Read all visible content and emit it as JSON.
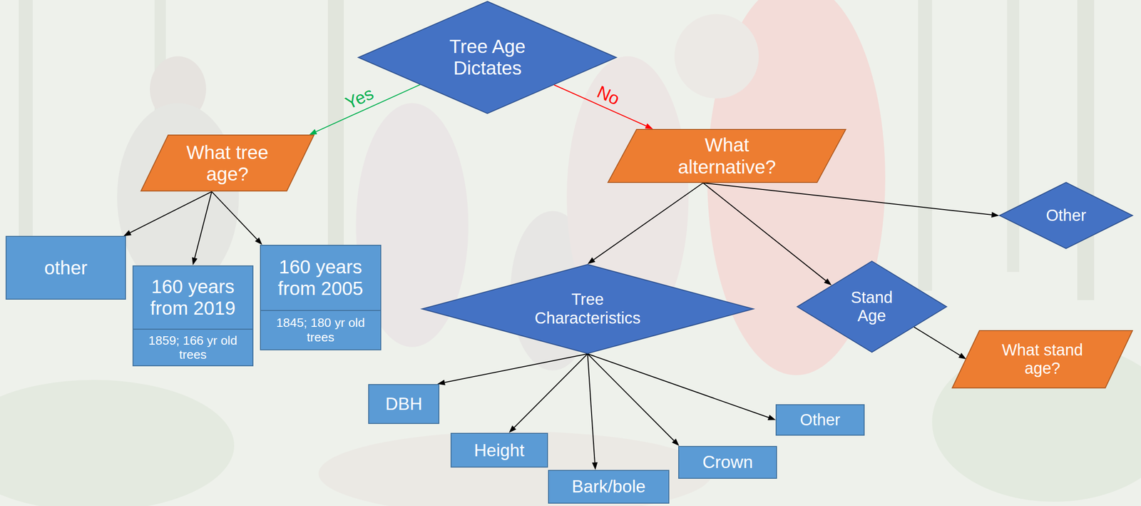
{
  "diagram": {
    "nodes": [
      {
        "text": [
          "Tree Age Dictates"
        ]
      },
      {
        "text": [
          "What tree age?"
        ]
      },
      {
        "text": [
          "What alternative?"
        ]
      },
      {
        "text": [
          "other"
        ]
      },
      {
        "text": [
          "160 years from 2019",
          "1859; 166 yr old trees"
        ]
      },
      {
        "text": [
          "160 years from 2005",
          "1845; 180 yr old trees"
        ]
      },
      {
        "text": [
          "Other"
        ]
      },
      {
        "text": [
          "Tree Characteristics"
        ]
      },
      {
        "text": [
          "Stand Age"
        ]
      },
      {
        "text": [
          "What stand age?"
        ]
      },
      {
        "text": [
          "DBH"
        ]
      },
      {
        "text": [
          "Height"
        ]
      },
      {
        "text": [
          "Bark/bole"
        ]
      },
      {
        "text": [
          "Crown"
        ]
      },
      {
        "text": [
          "Other"
        ]
      }
    ],
    "edges": [
      {
        "from": 0,
        "to": 1,
        "arrow": "to",
        "label": "Yes"
      },
      {
        "from": 0,
        "to": 2,
        "arrow": "to",
        "label": "No"
      },
      {
        "from": 1,
        "to": 3,
        "arrow": "to"
      },
      {
        "from": 1,
        "to": 4,
        "arrow": "to"
      },
      {
        "from": 1,
        "to": 5,
        "arrow": "to"
      },
      {
        "from": 2,
        "to": 7,
        "arrow": "to"
      },
      {
        "from": 2,
        "to": 8,
        "arrow": "to"
      },
      {
        "from": 2,
        "to": 6,
        "arrow": "to"
      },
      {
        "from": 7,
        "to": 10,
        "arrow": "to"
      },
      {
        "from": 7,
        "to": 11,
        "arrow": "to"
      },
      {
        "from": 7,
        "to": 12,
        "arrow": "to"
      },
      {
        "from": 7,
        "to": 13,
        "arrow": "to"
      },
      {
        "from": 7,
        "to": 14,
        "arrow": "to"
      },
      {
        "from": 8,
        "to": 9,
        "arrow": "to"
      }
    ]
  }
}
